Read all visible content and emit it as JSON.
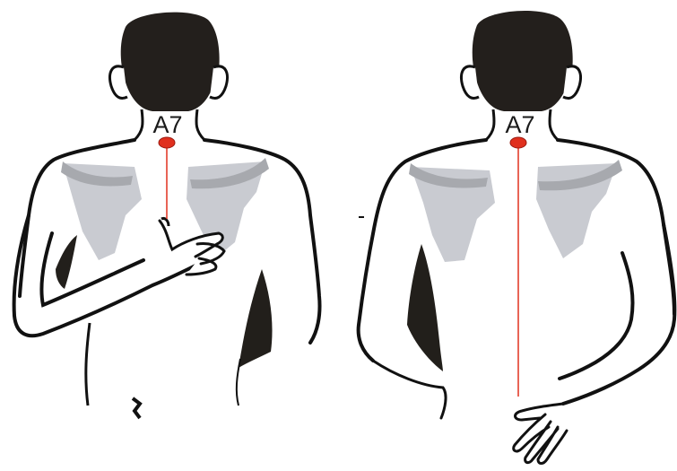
{
  "figures": [
    {
      "id": "left",
      "point_label": "A7",
      "pose": "right-hand-on-chest"
    },
    {
      "id": "right",
      "point_label": "A7",
      "pose": "hand-behind-back"
    }
  ],
  "colors": {
    "outline": "#111111",
    "hair": "#231f1c",
    "shoulder_blade": "#c9cbd1",
    "shoulder_shade": "#a7a9ae",
    "point_marker": "#e0301e",
    "guide_line": "#e0301e",
    "shadow": "#221f1b"
  }
}
